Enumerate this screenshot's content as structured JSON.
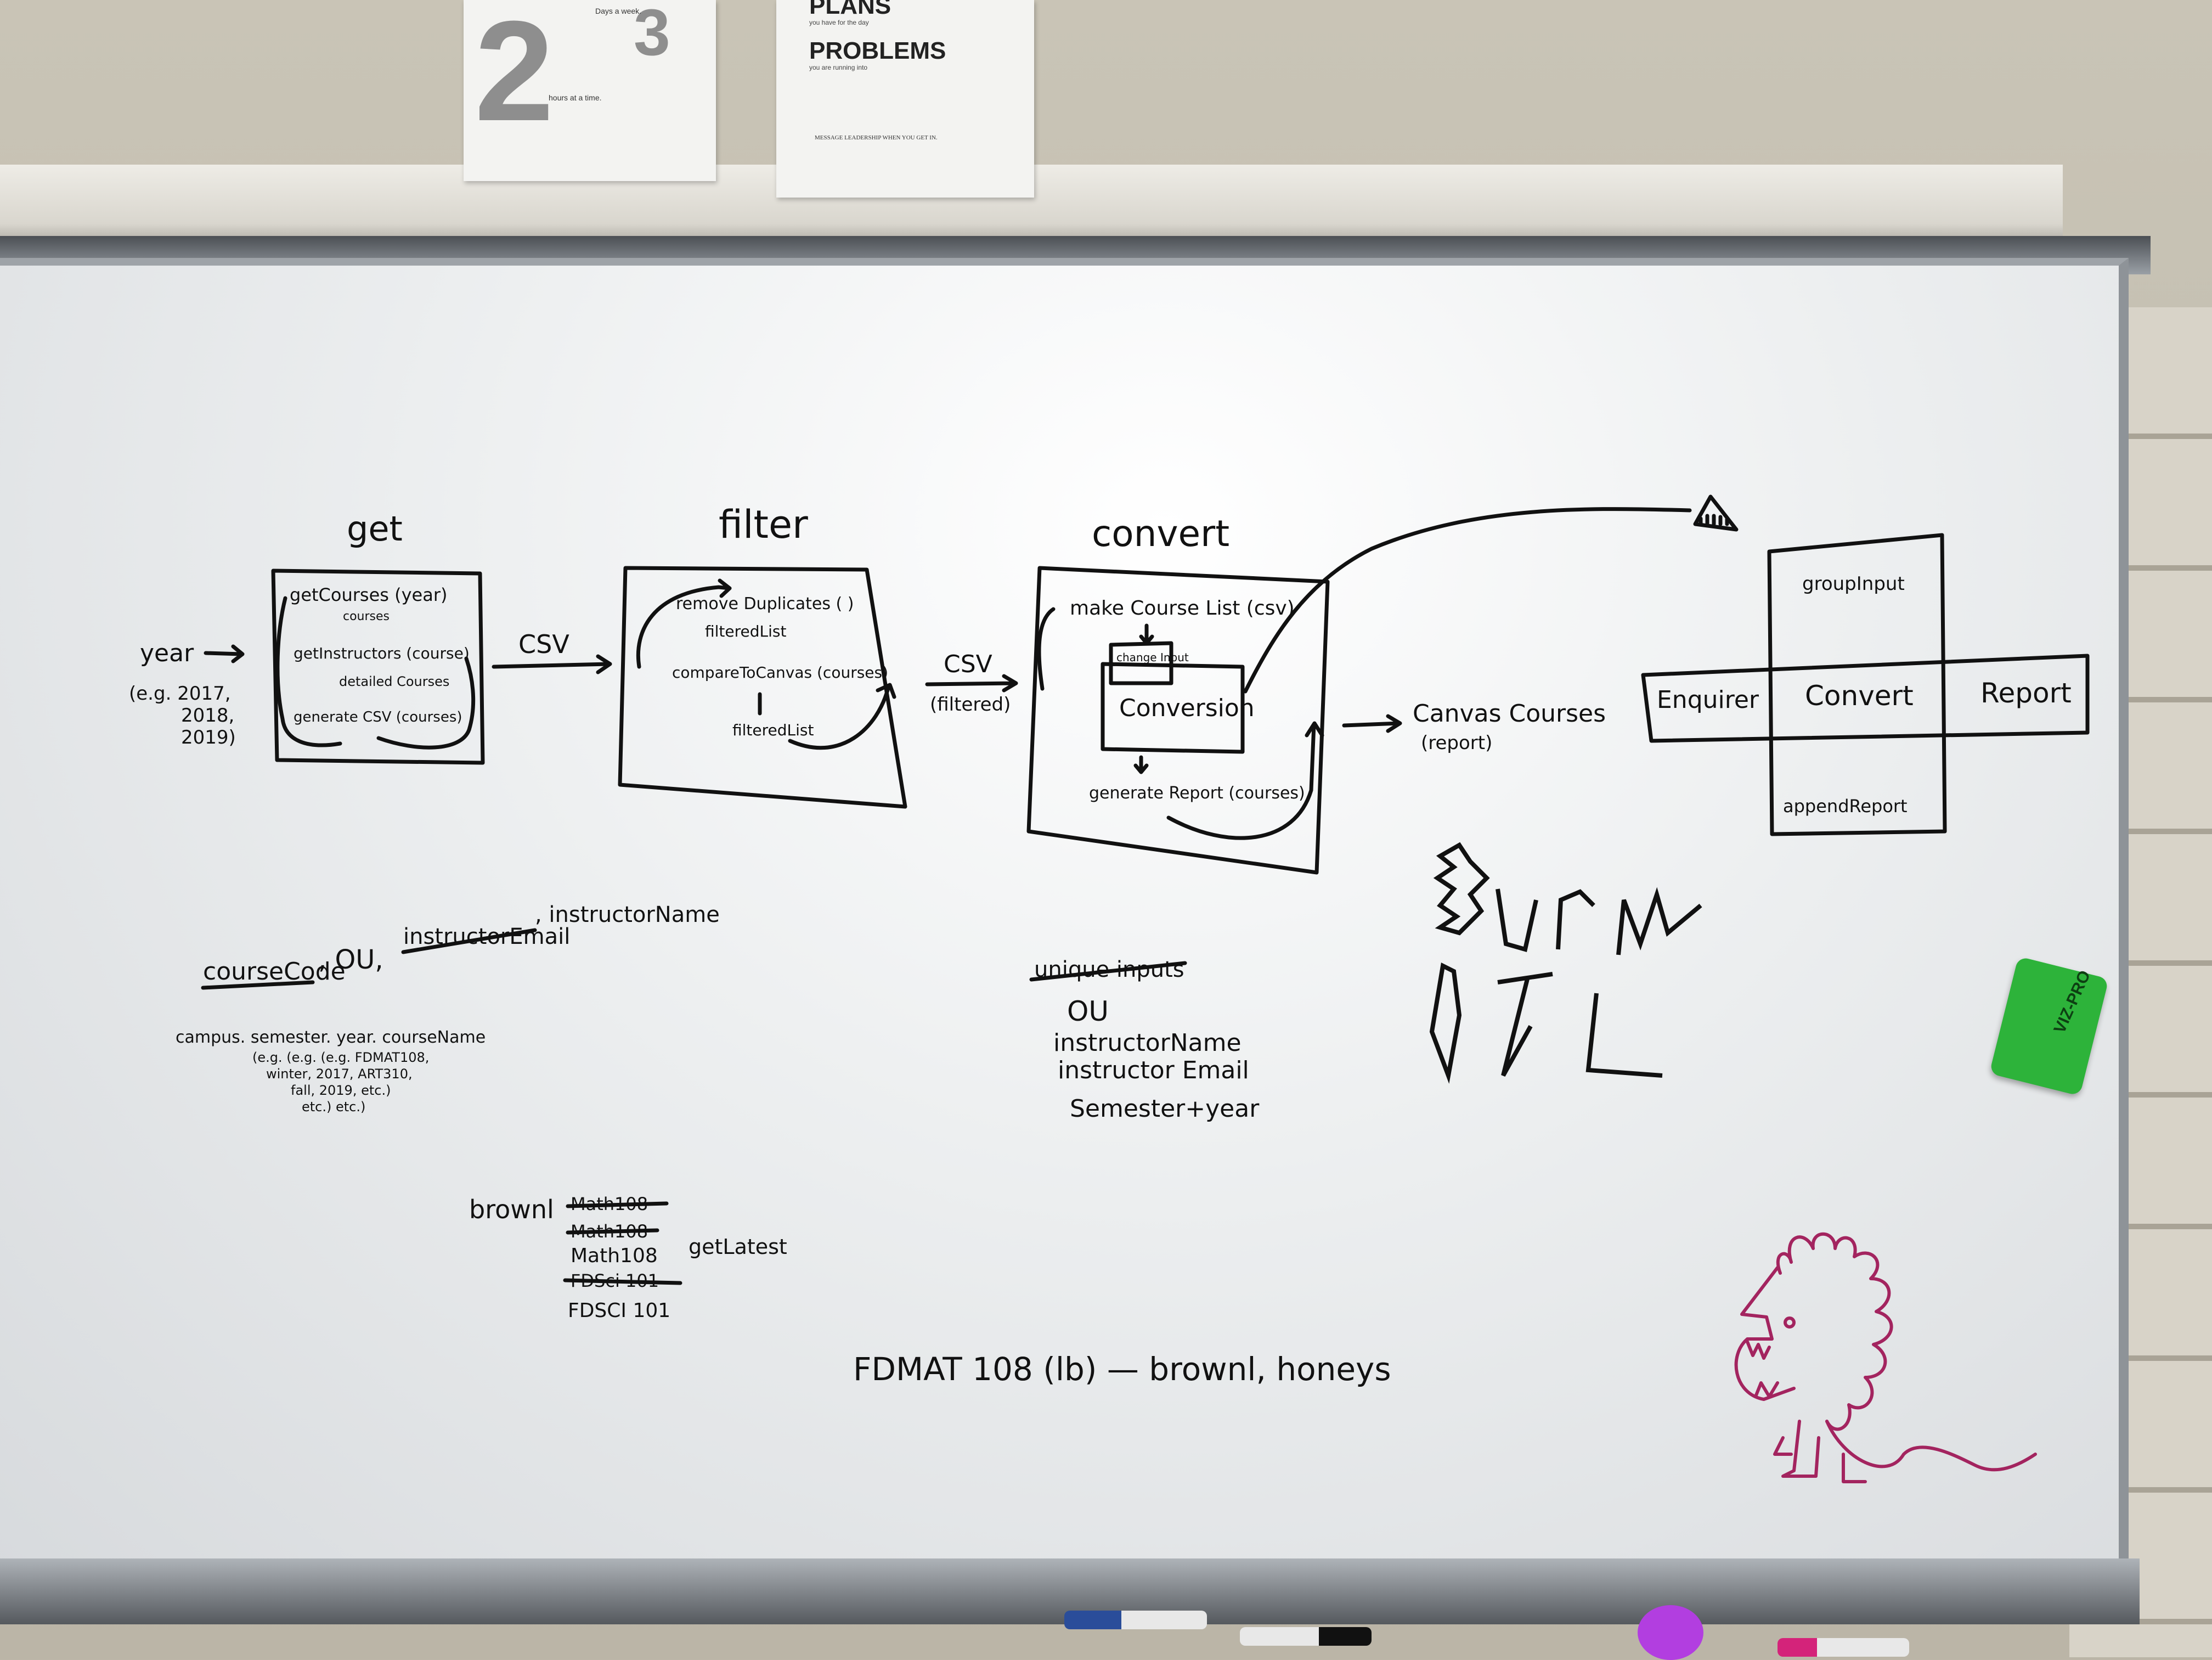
{
  "posters": {
    "left": {
      "big_number": "2",
      "superscript": "3",
      "line1": "Days a week.",
      "line2": "hours at a time."
    },
    "right": {
      "heading1": "PLANS",
      "sub1": "you have for the day",
      "heading2": "PROBLEMS",
      "sub2": "you are running into",
      "footer": "MESSAGE LEADERSHIP WHEN YOU GET IN."
    }
  },
  "whiteboard": {
    "stages": {
      "get": {
        "title": "get",
        "input_label": "year",
        "input_example": "(e.g. 2017,",
        "input_example2": "2018,",
        "input_example3": "2019)",
        "steps": [
          "getCourses (year)",
          "courses",
          "getInstructors (course)",
          "detailed Courses",
          "generate CSV (courses)"
        ]
      },
      "arrow1_label": "CSV",
      "filter": {
        "title": "filter",
        "steps": [
          "remove Duplicates ( )",
          "filteredList",
          "compareToCanvas (courses)",
          "filteredList"
        ]
      },
      "arrow2_label": "CSV",
      "arrow2_sub": "(filtered)",
      "convert": {
        "title": "convert",
        "steps": [
          "make Course List (csv)",
          "change Input",
          "Conversion",
          "generate Report (courses)"
        ]
      },
      "output": {
        "label": "Canvas  Courses",
        "sub": "(report)"
      }
    },
    "cross_diagram": {
      "top": "groupInput",
      "left": "Enquirer",
      "center": "Convert",
      "right": "Report",
      "bottom": "appendReport"
    },
    "fields": {
      "line": [
        "courseCode",
        ", OU,",
        "instructorEmail",
        ", instructorName"
      ],
      "detail1": "campus. semester. year. courseName",
      "detail2": "(e.g.     (e.g.     (e.g. FDMAT108,",
      "detail3": "winter,   2017,     ART310,",
      "detail4": "fall,     2019,     etc.)",
      "detail5": "etc.)     etc.)"
    },
    "unique_inputs": {
      "title": "unique inputs",
      "items": [
        "OU",
        "instructorName",
        "instructor Email",
        "Semester+year"
      ]
    },
    "burn_text": "BURN IT",
    "brownl": {
      "name": "brownl",
      "struck": [
        "Math108",
        "Math108",
        "FDSci 101"
      ],
      "kept": [
        "Math108",
        "FDSCI 101"
      ],
      "note": "getLatest"
    },
    "bottom_note": "FDMAT 108 (lb) — brownl, honeys",
    "eraser_label": "VIZ-PRO"
  },
  "colors": {
    "ink": "#111111",
    "dino": "#a3245f",
    "eraser": "#2db33a",
    "board": "#f2f3f4"
  }
}
